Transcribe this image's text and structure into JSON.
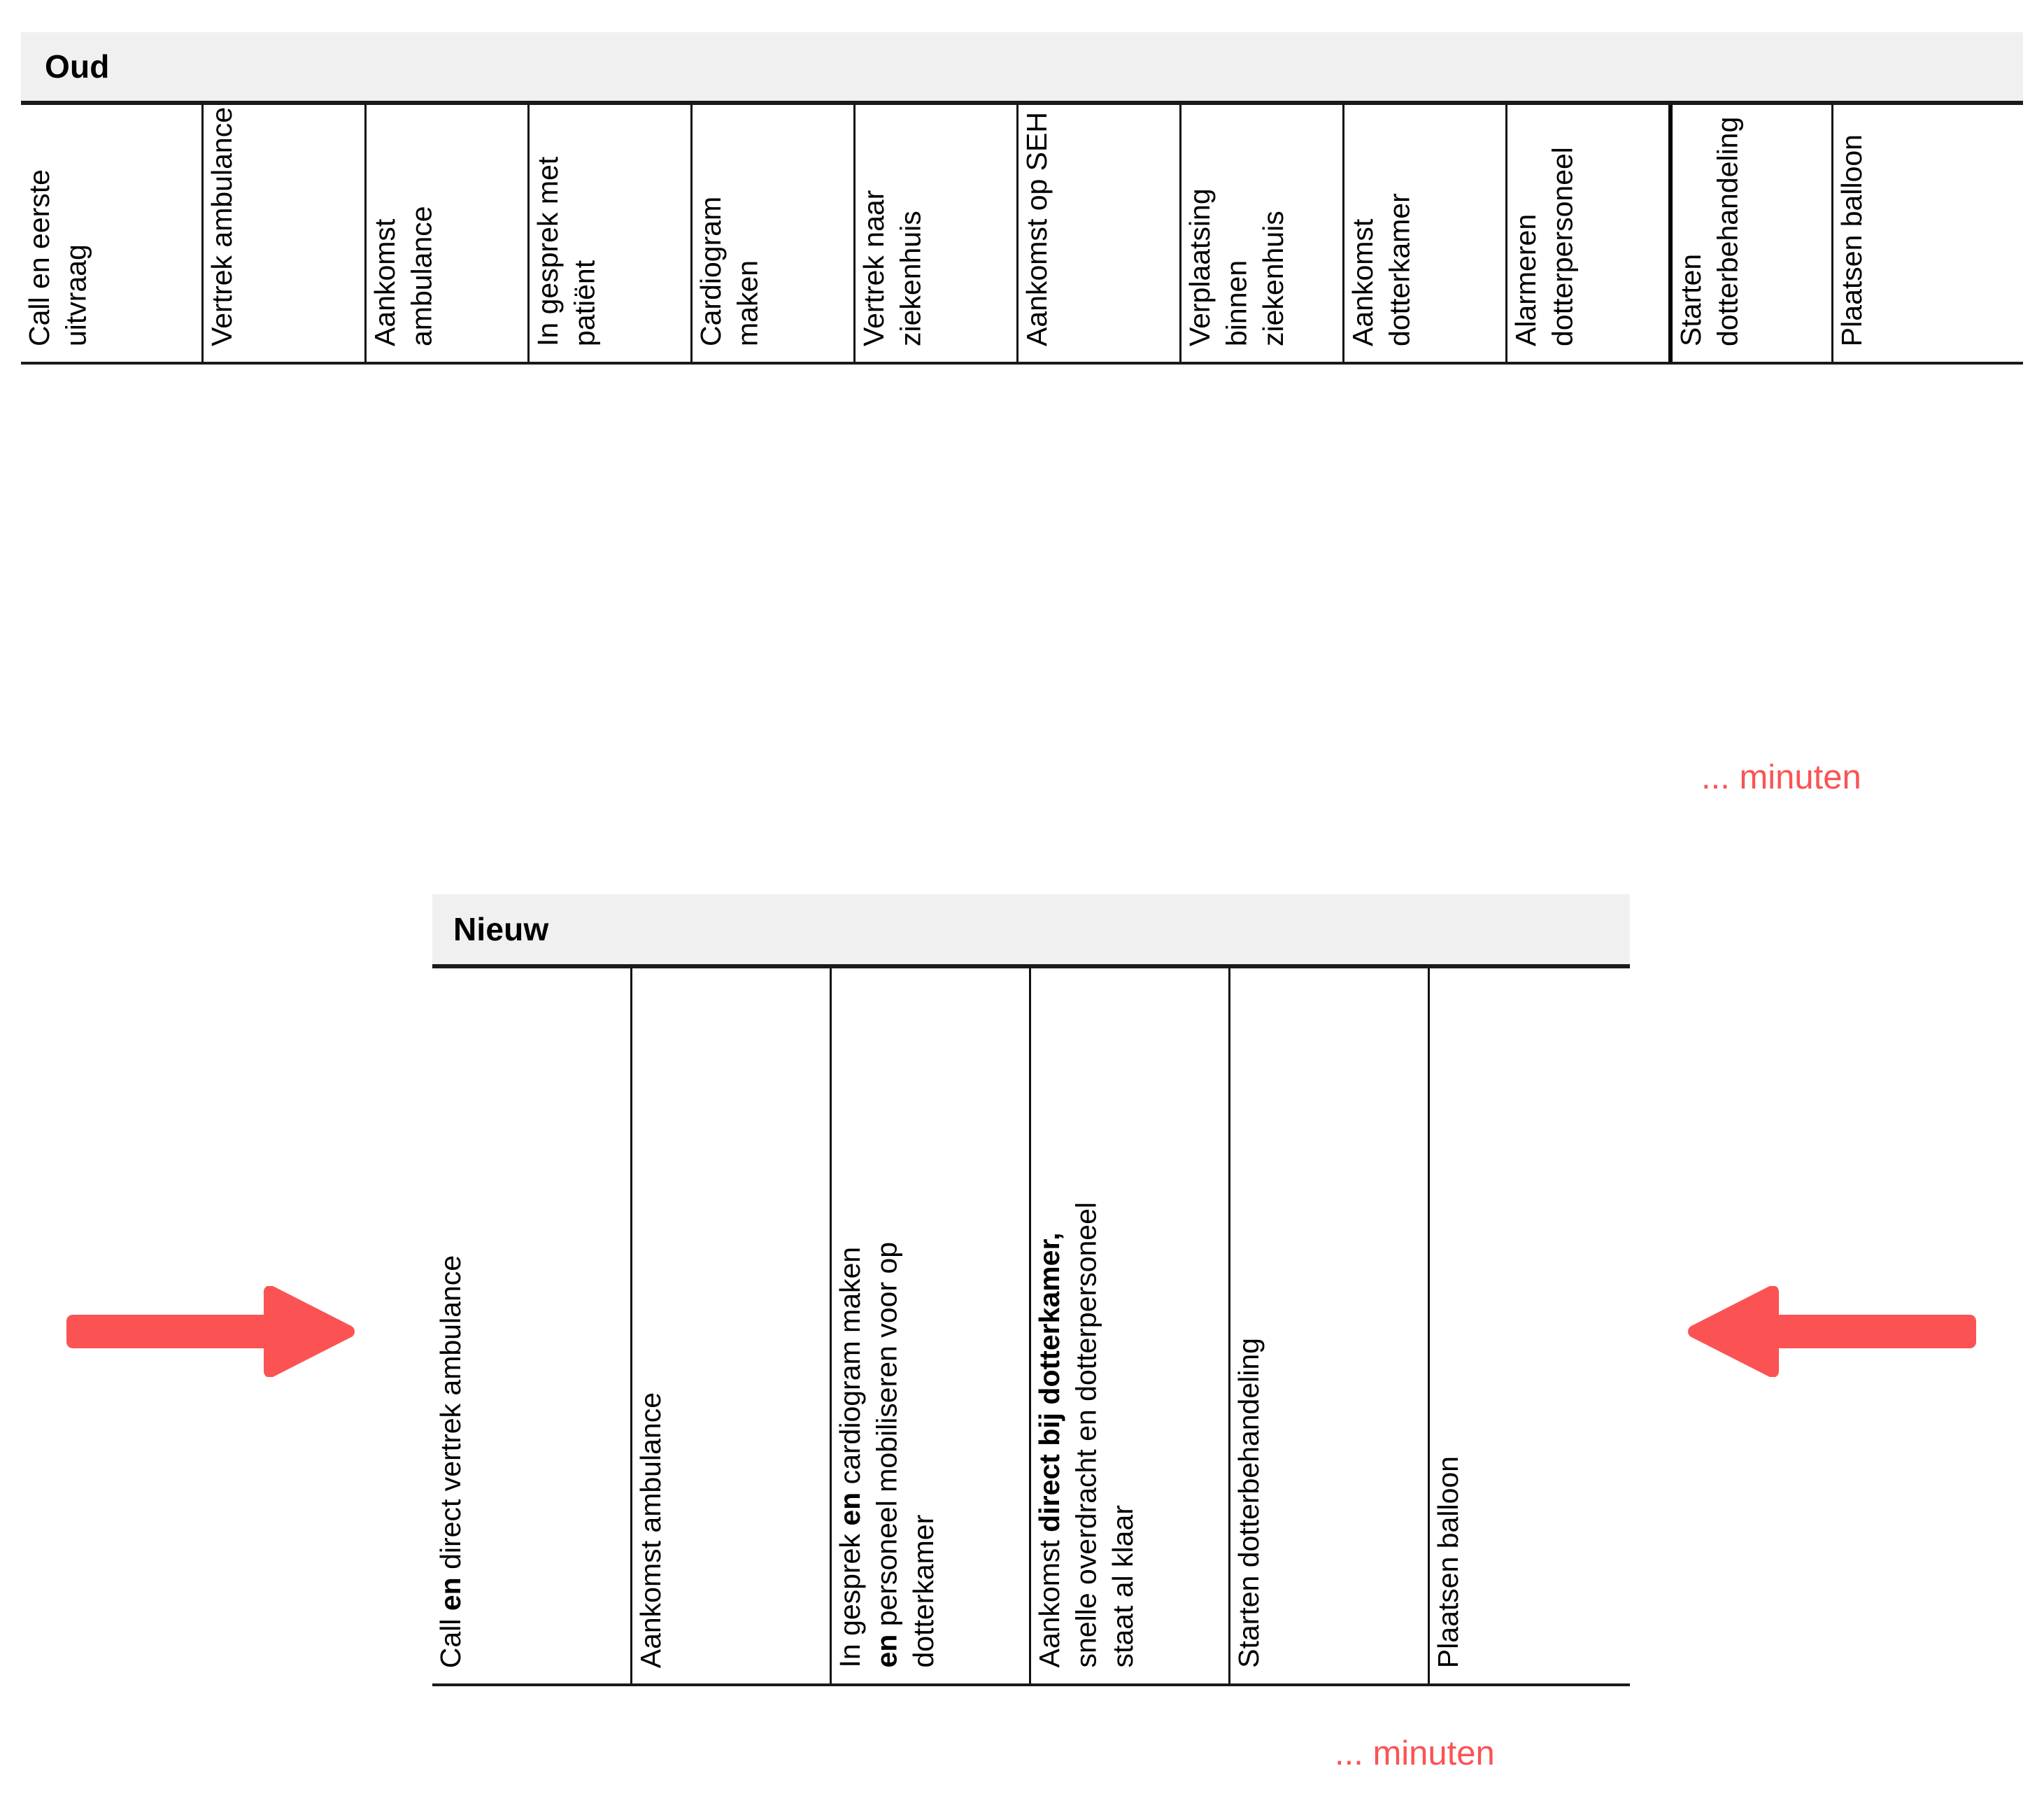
{
  "old_timeline": {
    "title": "Oud",
    "steps": [
      {
        "label": "Call en eerste uitvraag",
        "divider": "none"
      },
      {
        "label": "Vertrek ambulance",
        "divider": "thin"
      },
      {
        "label": "Aankomst ambulance",
        "divider": "thin"
      },
      {
        "label": "In gesprek met patiënt",
        "divider": "thin"
      },
      {
        "label": "Cardiogram maken",
        "divider": "thin"
      },
      {
        "label": "Vertrek naar ziekenhuis",
        "divider": "thin"
      },
      {
        "label": "Aankomst op SEH",
        "divider": "thin"
      },
      {
        "label": "Verplaatsing binnen\nziekenhuis",
        "divider": "thin"
      },
      {
        "label": "Aankomst dotterkamer",
        "divider": "thin"
      },
      {
        "label": "Alarmeren dotterpersoneel",
        "divider": "thin"
      },
      {
        "label": "Starten dotterbehandeling",
        "divider": "thick"
      },
      {
        "label": "Plaatsen balloon",
        "divider": "thin"
      }
    ],
    "duration_caption": "... minuten"
  },
  "new_timeline": {
    "title": "Nieuw",
    "steps": [
      {
        "divider": "none",
        "segments": [
          {
            "text": "Call ",
            "bold": false
          },
          {
            "text": "en",
            "bold": true
          },
          {
            "text": " direct vertrek ambulance",
            "bold": false
          }
        ],
        "plain": "Call en direct vertrek ambulance"
      },
      {
        "divider": "thin",
        "segments": [
          {
            "text": "Aankomst ambulance",
            "bold": false
          }
        ],
        "plain": "Aankomst ambulance"
      },
      {
        "divider": "thin",
        "segments": [
          {
            "text": "In gesprek ",
            "bold": false
          },
          {
            "text": "en",
            "bold": true
          },
          {
            "text": " cardiogram maken\n",
            "bold": false
          },
          {
            "text": "en",
            "bold": true
          },
          {
            "text": " personeel mobiliseren voor op\ndotterkamer",
            "bold": false
          }
        ],
        "plain": "In gesprek en cardiogram maken\nen personeel mobiliseren voor op\ndotterkamer"
      },
      {
        "divider": "thin",
        "segments": [
          {
            "text": "Aankomst ",
            "bold": false
          },
          {
            "text": "direct bij dotterkamer,",
            "bold": true
          },
          {
            "text": "\nsnelle overdracht en dotterpersoneel\nstaat al klaar",
            "bold": false
          }
        ],
        "plain": "Aankomst direct bij dotterkamer,\nsnelle overdracht en dotterpersoneel\nstaat al klaar"
      },
      {
        "divider": "thin",
        "segments": [
          {
            "text": "Starten dotterbehandeling",
            "bold": false
          }
        ],
        "plain": "Starten dotterbehandeling"
      },
      {
        "divider": "thin",
        "segments": [
          {
            "text": "Plaatsen balloon",
            "bold": false
          }
        ],
        "plain": "Plaatsen balloon"
      }
    ],
    "duration_caption": "... minuten"
  },
  "arrows": {
    "left": {
      "icon": "arrow-right-icon",
      "direction": "right"
    },
    "right": {
      "icon": "arrow-left-icon",
      "direction": "left"
    }
  },
  "colors": {
    "accent": "#fb5354",
    "header_background": "#f0f0f0",
    "rule": "#111111",
    "text": "#000000"
  }
}
